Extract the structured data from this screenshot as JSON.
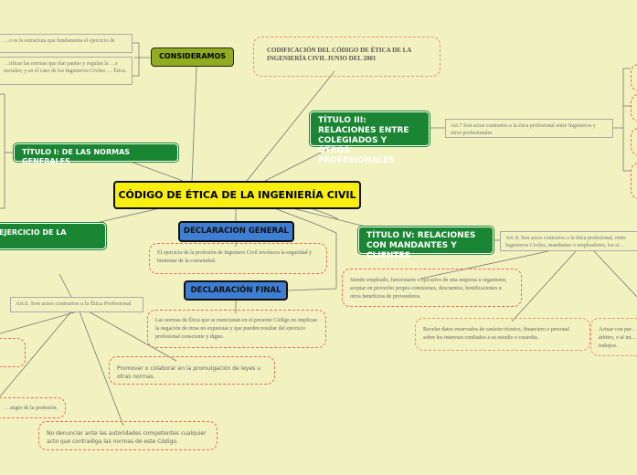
{
  "central": "CÓDIGO DE ÉTICA DE LA INGENIERÍA CIVIL",
  "consideramos": {
    "label": "CONSIDERAMOS",
    "items": [
      "…o es la estructura que fundamenta el ejercicio de",
      "…tificar las normas que dan pautas y regulan la …s sociales; y en el caso de los Ingenieros Civiles … Ética."
    ]
  },
  "codificacion": "CODIFICACIÓN DEL CÓDIGO DE ÉTICA DE LA INGENIERÍA CIVIL JUNIO DEL 2001",
  "titulo1": "TÍTULO I: DE LAS NORMAS GENERALES",
  "titulo2": "EJERCICIO DE LA",
  "titulo3": {
    "label": "TÍTULO III: RELACIONES ENTRE COLEGIADOS Y OTROS PROFESIONALES",
    "art": "Art.7 Son actos contrarios a la ética profesional entre Ingenieros y otros profesionales"
  },
  "titulo4": {
    "label": "TÍTULO IV: RELACIONES CON MANDANTES Y CLIENTES",
    "art": "Art. 8. Son actos contrarios a la ética profesional, entre Ingenieros Civiles, mandantes o empleadores, los si…",
    "items": [
      "Siendo empleado, funcionario o ejecutivo de una empresa u organismo, aceptar en provecho propio comisiones, descuentos, bonificaciones u otros beneficios de proveedores.",
      "Revelar datos reservados de carácter técnico, financiero o personal sobre los intereses confiados a su estudio o custodia.",
      "Actuar con par… árbitro, o al int… trabajos."
    ]
  },
  "declaracion_general": {
    "label": "DECLARACION GENERAL",
    "text": "El ejercicio de la profesión de Ingeniero Civil involucra la seguridad y bienestar de la comunidad."
  },
  "declaracion_final": {
    "label": "DECLARACIÓN FINAL",
    "text": "Las normas de Ética que se mencionan en el presente Código no implican la negación de otras no expuestas y que pueden resultar del ejercicio profesional consciente y digno."
  },
  "art6": {
    "label": "Art.6. Son actos contrarios a la Ética Profesional",
    "items": [
      "…stigio de la profesión.",
      "Promover o colaborar en la promulgación de leyes u otras normas.",
      "No denunciar ante las autoridades competentes cualquier acto que contradiga las normas de este Código."
    ]
  }
}
